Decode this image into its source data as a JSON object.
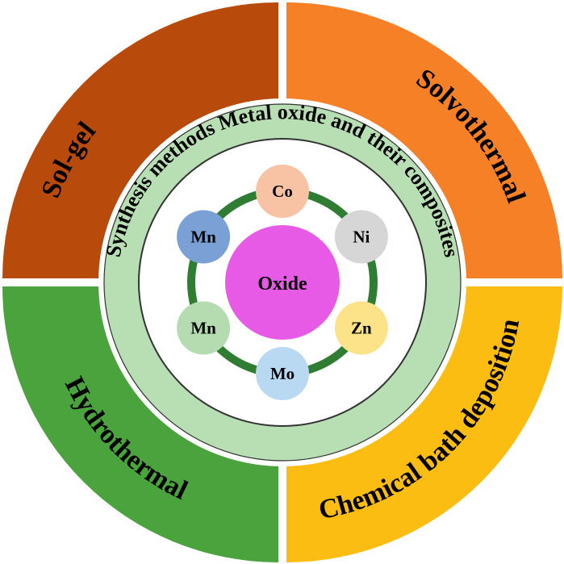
{
  "quadrants": [
    {
      "id": "tl",
      "label": "Sol-gel",
      "color": "#b84a0c"
    },
    {
      "id": "tr",
      "label": "Solvothermal",
      "color": "#f58025"
    },
    {
      "id": "br",
      "label": "Chemical bath deposition",
      "color": "#fbbd12"
    },
    {
      "id": "bl",
      "label": "Hydrothermal",
      "color": "#4aa33c"
    }
  ],
  "ring": {
    "label": "Synthesis methods Metal oxide and their composites",
    "color": "#b8dfb3"
  },
  "hub_ring_color": "#2e7d32",
  "center": {
    "label": "Oxide",
    "color": "#e65ae6"
  },
  "metals": [
    {
      "label": "Co",
      "color": "#f8c2a4"
    },
    {
      "label": "Ni",
      "color": "#d6d6d6"
    },
    {
      "label": "Zn",
      "color": "#fce38a"
    },
    {
      "label": "Mo",
      "color": "#b9d9f2"
    },
    {
      "label": "Mn",
      "color": "#b4dcb0"
    },
    {
      "label": "Mn",
      "color": "#7aa0d6"
    }
  ]
}
